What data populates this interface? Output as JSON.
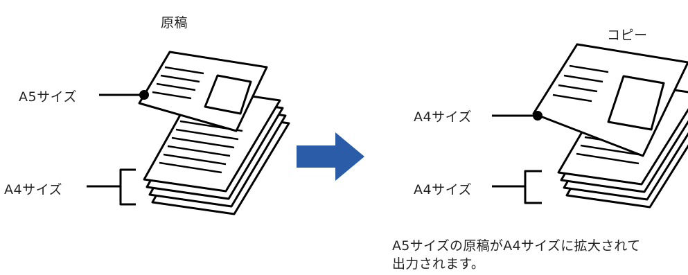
{
  "original": {
    "title": "原稿",
    "top_label": "A5サイズ",
    "stack_label": "A4サイズ"
  },
  "copy": {
    "title": "コピー",
    "top_label": "A4サイズ",
    "stack_label": "A4サイズ"
  },
  "caption": {
    "line1": "A5サイズの原稿がA4サイズに拡大されて",
    "line2": "出力されます。"
  },
  "colors": {
    "arrow": "#2a5ca8",
    "ink": "#000000",
    "paper": "#ffffff"
  }
}
